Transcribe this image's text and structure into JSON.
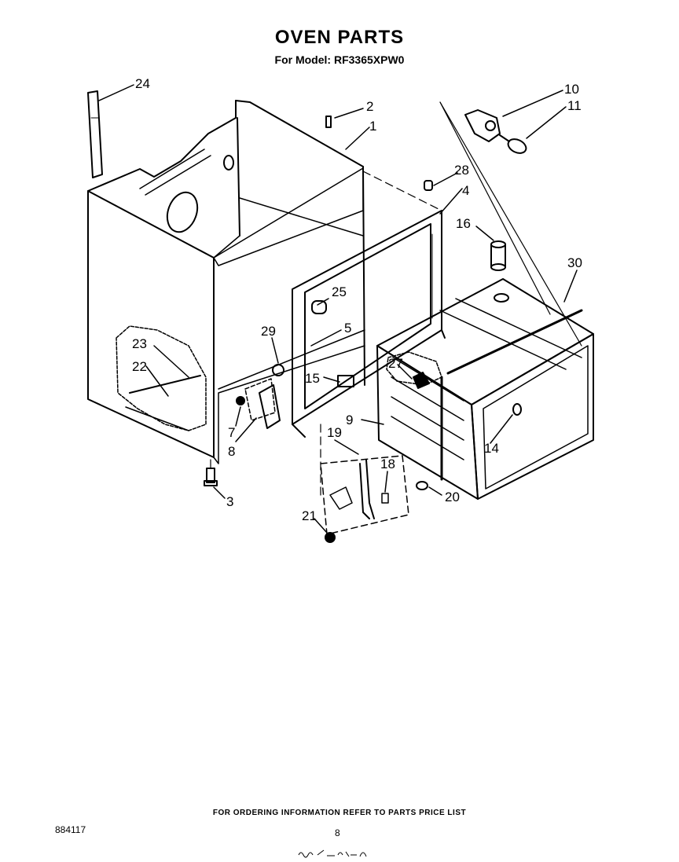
{
  "header": {
    "title": "OVEN PARTS",
    "model_line": "For Model: RF3365XPW0"
  },
  "callouts": {
    "c1": "1",
    "c2": "2",
    "c3": "3",
    "c4": "4",
    "c5": "5",
    "c7": "7",
    "c8": "8",
    "c9": "9",
    "c10": "10",
    "c11": "11",
    "c14": "14",
    "c15": "15",
    "c16": "16",
    "c18": "18",
    "c19": "19",
    "c20": "20",
    "c21": "21",
    "c22": "22",
    "c23": "23",
    "c24": "24",
    "c25": "25",
    "c27": "27",
    "c28": "28",
    "c29": "29",
    "c30": "30"
  },
  "footer": {
    "ordering_note": "FOR ORDERING INFORMATION REFER TO PARTS PRICE LIST",
    "drawing_number": "884117",
    "page_number": "8"
  }
}
